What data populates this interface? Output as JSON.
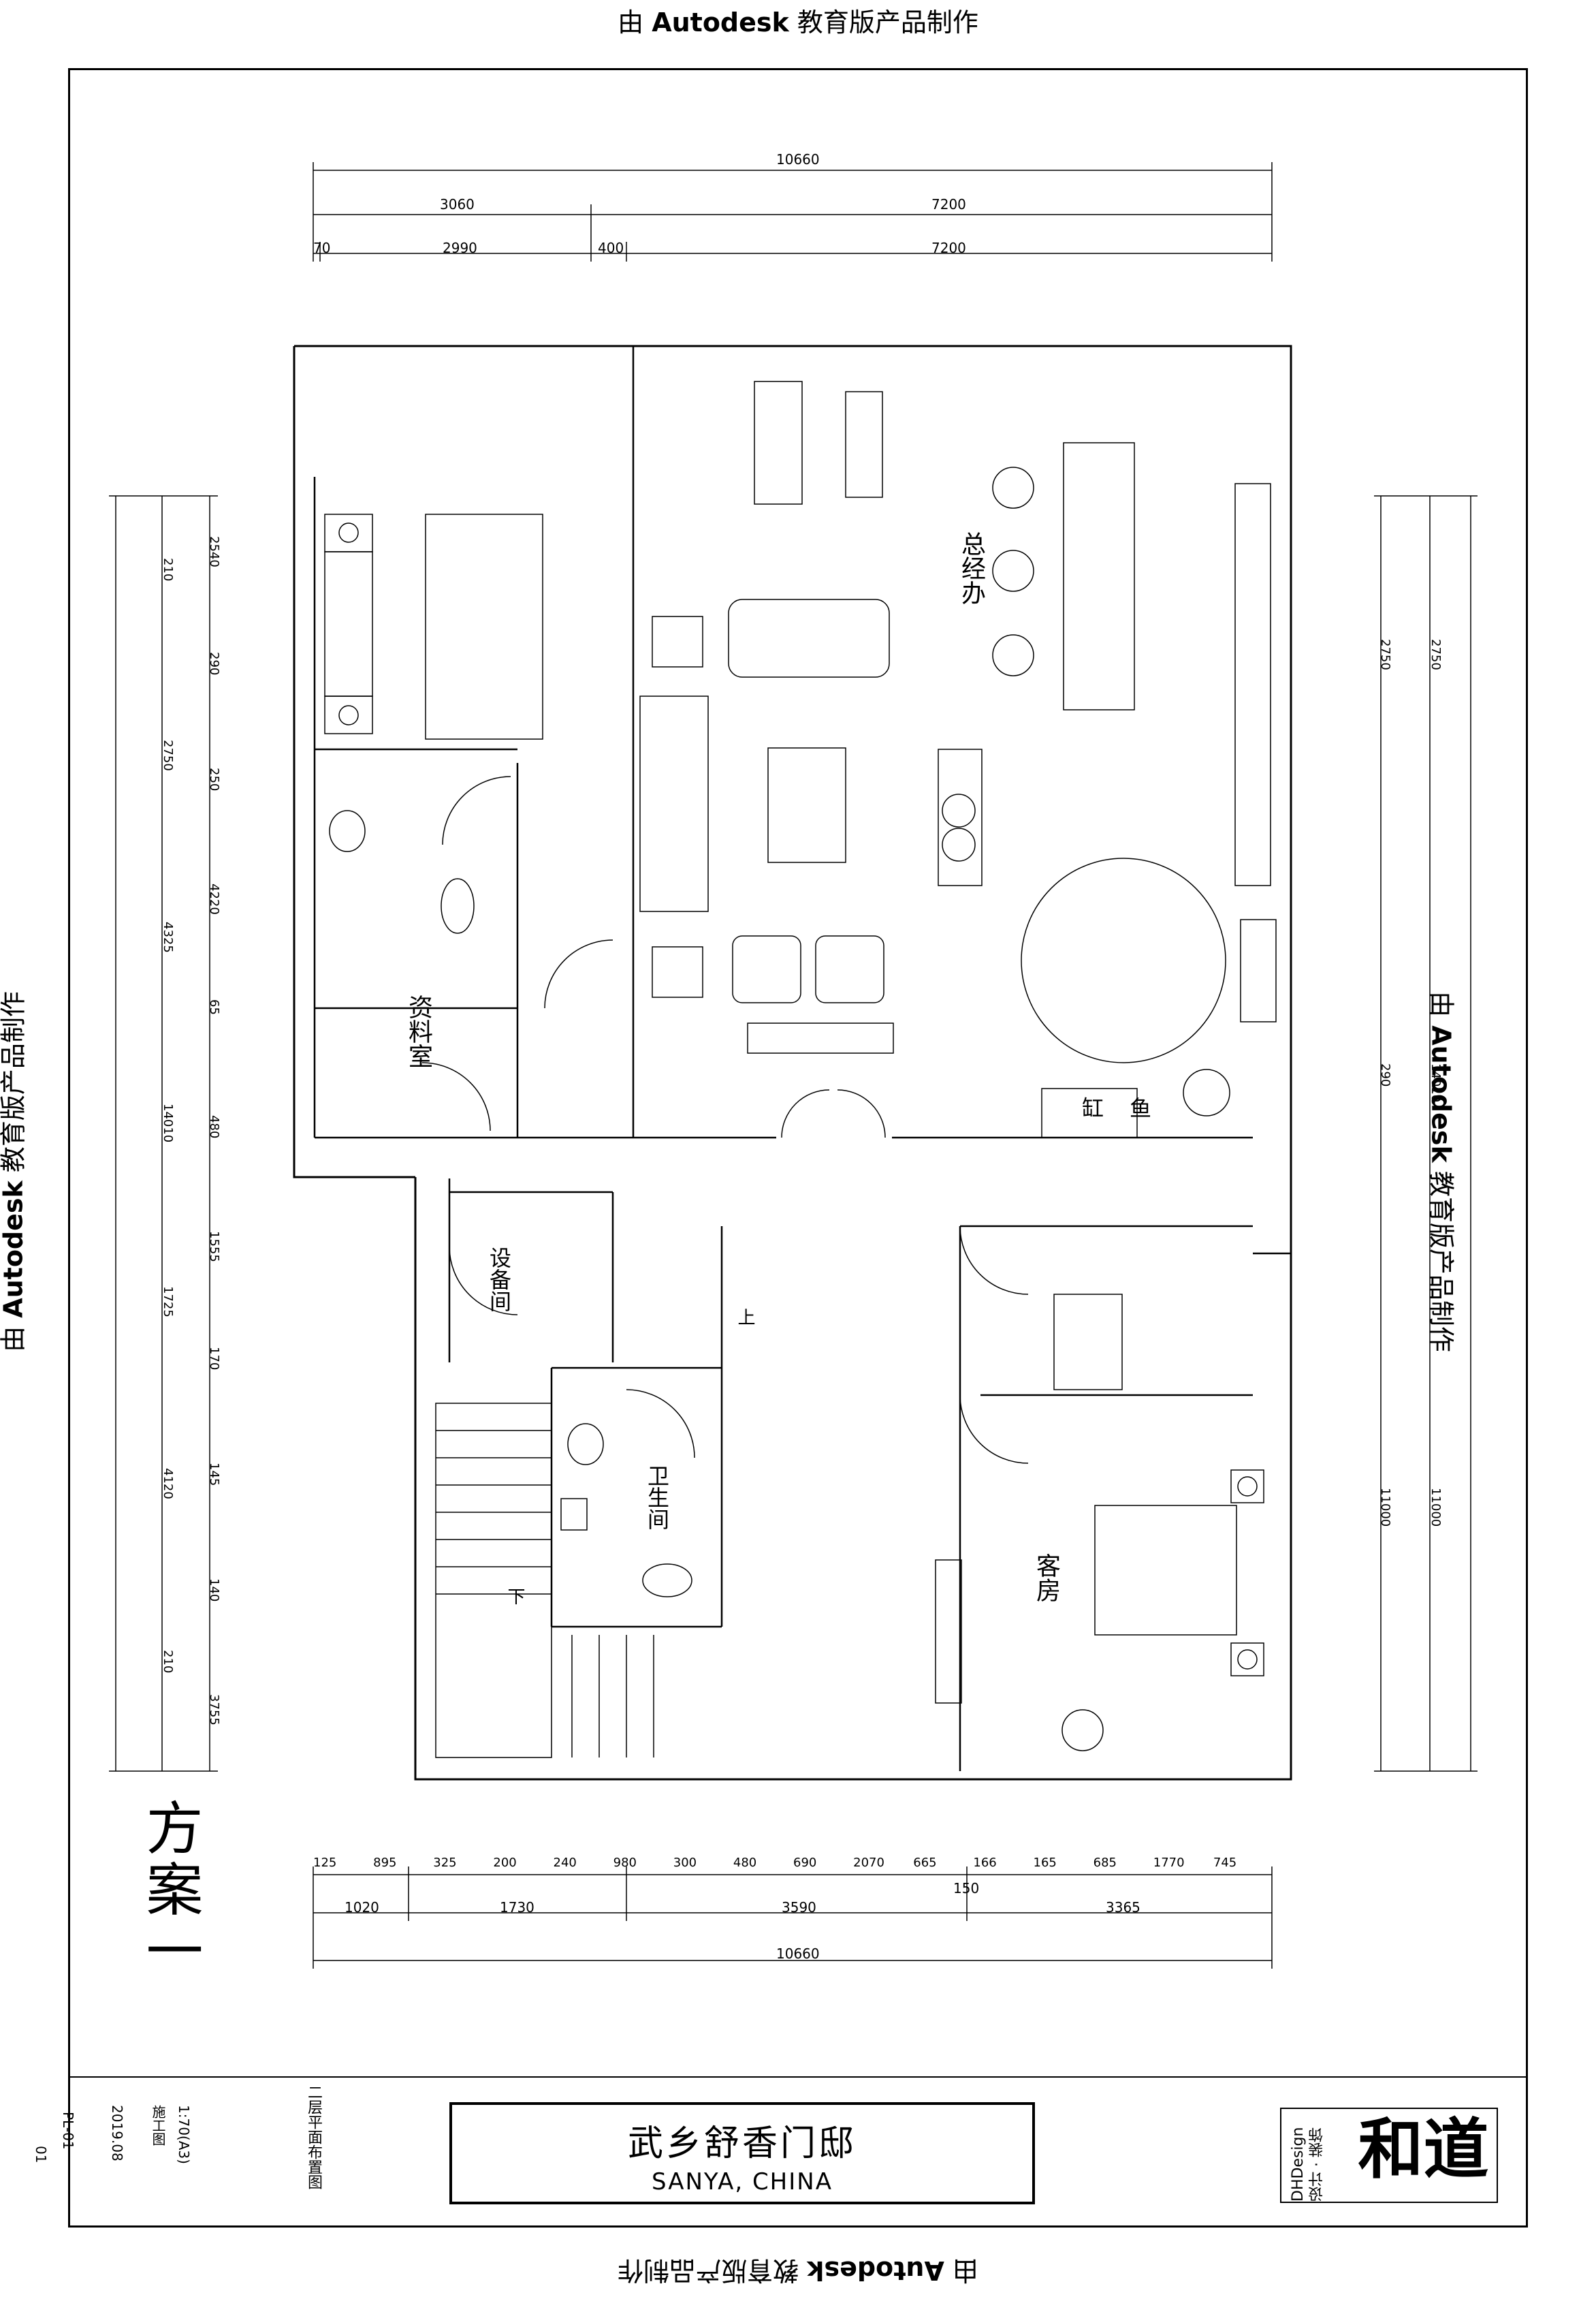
{
  "watermark": {
    "prefix": "由",
    "brand": "Autodesk",
    "suffix": "教育版产品制作"
  },
  "scheme_label": "方案一",
  "rooms": {
    "general_manager_office": "总经办",
    "archive_room": "资料室",
    "equipment_room": "设备间",
    "restroom": "卫生间",
    "guest_room": "客房",
    "fish_tank_1": "鱼",
    "fish_tank_2": "缸"
  },
  "stair": {
    "up": "上",
    "down": "下"
  },
  "dimensions": {
    "top_total": "10660",
    "top_row2": [
      "3060",
      "7200"
    ],
    "top_row3": [
      "70",
      "2990",
      "400",
      "7200"
    ],
    "bottom_row1": [
      "125",
      "895",
      "325",
      "200",
      "240",
      "980",
      "300",
      "480",
      "690",
      "2070",
      "665",
      "166",
      "165",
      "685",
      "1770",
      "745"
    ],
    "bottom_mid": "150",
    "bottom_row2": [
      "1020",
      "1730",
      "3590",
      "3365"
    ],
    "bottom_total": "10660",
    "left_outer": [
      "210",
      "2750",
      "4325",
      "14010",
      "1725",
      "4120",
      "210"
    ],
    "left_inner": [
      "2540",
      "290",
      "250",
      "4220",
      "65",
      "480",
      "1555",
      "170",
      "145",
      "140",
      "3755"
    ],
    "right_outer": [
      "2750",
      "14010",
      "11000"
    ],
    "right_inner": [
      "2750",
      "290",
      "11000"
    ]
  },
  "title_block": {
    "project_name": "武乡舒香门邸",
    "project_location": "SANYA, CHINA",
    "company": "DHDesign",
    "company_sub": "设计 · 装饰",
    "logo_char_1": "道",
    "logo_char_2": "和",
    "drawing_name": "二层平面布置图",
    "stage": "施工图",
    "scale": "1:70(A3)",
    "date": "2019.08",
    "drawing_no": "PL-01",
    "sheet": "01"
  }
}
